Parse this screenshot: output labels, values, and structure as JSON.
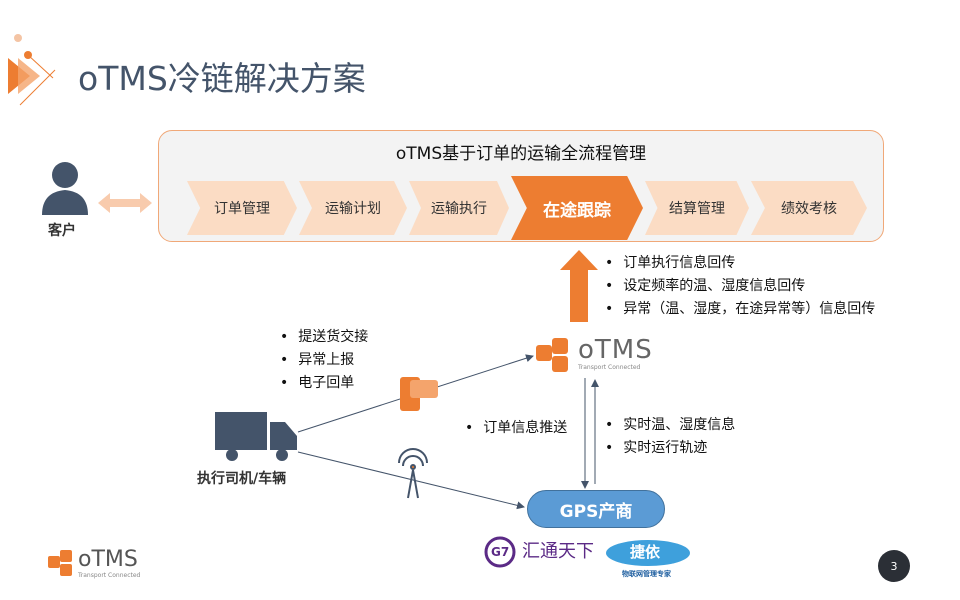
{
  "title": "oTMS冷链解决方案",
  "process": {
    "title": "oTMS基于订单的运输全流程管理",
    "steps": [
      "订单管理",
      "运输计划",
      "运输执行",
      "在途跟踪",
      "结算管理",
      "绩效考核"
    ]
  },
  "customer": "客户",
  "otms_bullets": [
    "订单执行信息回传",
    "设定频率的温、湿度信息回传",
    "异常（温、湿度，在途异常等）信息回传"
  ],
  "driver_bullets": [
    "提送货交接",
    "异常上报",
    "电子回单"
  ],
  "driver": "执行司机/车辆",
  "push_label": "订单信息推送",
  "gps_bullets": [
    "实时温、湿度信息",
    "实时运行轨迹"
  ],
  "gps": "GPS产商",
  "logo": {
    "name": "oTMS",
    "tagline": "Transport Connected"
  },
  "vendors": {
    "g7": "G7",
    "g7_name": "汇通天下",
    "jieyi": "捷依",
    "jieyi_sub": "物联网管理专家"
  },
  "page": "3",
  "colors": {
    "accent": "#ed7d31",
    "blue": "#5b9bd5"
  }
}
